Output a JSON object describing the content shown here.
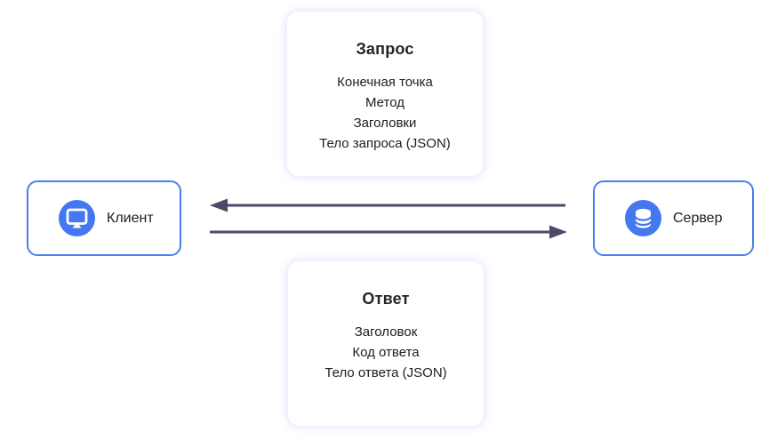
{
  "diagram": {
    "cards": {
      "request": {
        "title": "Запрос",
        "items": [
          "Конечная точка",
          "Метод",
          "Заголовки",
          "Тело запроса (JSON)"
        ]
      },
      "response": {
        "title": "Ответ",
        "items": [
          "Заголовок",
          "Код ответа",
          "Тело ответа (JSON)"
        ]
      }
    },
    "nodes": {
      "client": {
        "label": "Клиент",
        "icon": "monitor-icon"
      },
      "server": {
        "label": "Сервер",
        "icon": "database-icon"
      }
    },
    "arrows": {
      "top": {
        "direction": "left",
        "from": "server",
        "to": "client"
      },
      "bottom": {
        "direction": "right",
        "from": "client",
        "to": "server"
      }
    },
    "colors": {
      "node_border_blue": "#4b7ef0",
      "icon_circle_blue": "#4478f0",
      "arrow_slate": "#4d4a67",
      "card_glow": "#dfe7fb",
      "text_dark": "#21201f"
    }
  }
}
